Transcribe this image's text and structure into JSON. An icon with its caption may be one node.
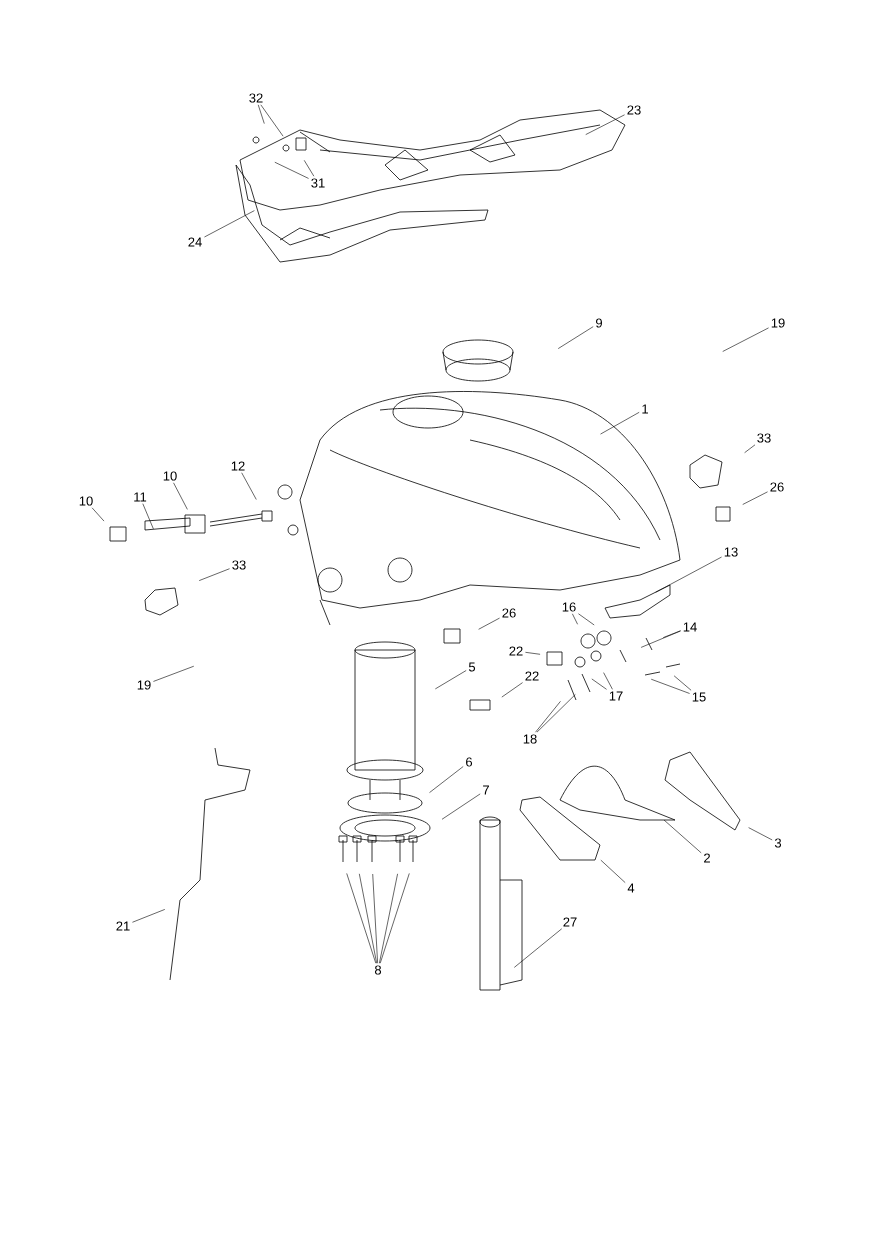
{
  "diagram": {
    "nodes": [
      {
        "text": [
          "32"
        ]
      },
      {
        "text": [
          "23"
        ]
      },
      {
        "text": [
          "31"
        ]
      },
      {
        "text": [
          "24"
        ]
      },
      {
        "text": [
          "9"
        ]
      },
      {
        "text": [
          "19"
        ]
      },
      {
        "text": [
          "1"
        ]
      },
      {
        "text": [
          "33"
        ]
      },
      {
        "text": [
          "26"
        ]
      },
      {
        "text": [
          "10"
        ]
      },
      {
        "text": [
          "11"
        ]
      },
      {
        "text": [
          "10"
        ]
      },
      {
        "text": [
          "12"
        ]
      },
      {
        "text": [
          "13"
        ]
      },
      {
        "text": [
          "33"
        ]
      },
      {
        "text": [
          "26"
        ]
      },
      {
        "text": [
          "16"
        ]
      },
      {
        "text": [
          "14"
        ]
      },
      {
        "text": [
          "22"
        ]
      },
      {
        "text": [
          "19"
        ]
      },
      {
        "text": [
          "5"
        ]
      },
      {
        "text": [
          "22"
        ]
      },
      {
        "text": [
          "17"
        ]
      },
      {
        "text": [
          "15"
        ]
      },
      {
        "text": [
          "18"
        ]
      },
      {
        "text": [
          "6"
        ]
      },
      {
        "text": [
          "7"
        ]
      },
      {
        "text": [
          "2"
        ]
      },
      {
        "text": [
          "3"
        ]
      },
      {
        "text": [
          "4"
        ]
      },
      {
        "text": [
          "21"
        ]
      },
      {
        "text": [
          "27"
        ]
      },
      {
        "text": [
          "8"
        ]
      }
    ],
    "edges": [
      {
        "from": 0,
        "to": null,
        "arrow": "none"
      },
      {
        "from": 0,
        "to": null,
        "arrow": "none"
      },
      {
        "from": 1,
        "to": null,
        "arrow": "none"
      },
      {
        "from": 2,
        "to": null,
        "arrow": "none"
      },
      {
        "from": 2,
        "to": null,
        "arrow": "none"
      },
      {
        "from": 3,
        "to": null,
        "arrow": "none"
      },
      {
        "from": 4,
        "to": null,
        "arrow": "none"
      },
      {
        "from": 5,
        "to": null,
        "arrow": "none"
      },
      {
        "from": 6,
        "to": null,
        "arrow": "none"
      },
      {
        "from": 7,
        "to": null,
        "arrow": "none"
      },
      {
        "from": 8,
        "to": null,
        "arrow": "none"
      },
      {
        "from": 9,
        "to": null,
        "arrow": "none"
      },
      {
        "from": 10,
        "to": null,
        "arrow": "none"
      },
      {
        "from": 11,
        "to": null,
        "arrow": "none"
      },
      {
        "from": 12,
        "to": null,
        "arrow": "none"
      },
      {
        "from": 13,
        "to": null,
        "arrow": "none"
      },
      {
        "from": 14,
        "to": null,
        "arrow": "none"
      },
      {
        "from": 15,
        "to": null,
        "arrow": "none"
      },
      {
        "from": 16,
        "to": null,
        "arrow": "none"
      },
      {
        "from": 16,
        "to": null,
        "arrow": "none"
      },
      {
        "from": 17,
        "to": null,
        "arrow": "none"
      },
      {
        "from": 17,
        "to": null,
        "arrow": "none"
      },
      {
        "from": 18,
        "to": null,
        "arrow": "none"
      },
      {
        "from": 19,
        "to": null,
        "arrow": "none"
      },
      {
        "from": 20,
        "to": null,
        "arrow": "none"
      },
      {
        "from": 21,
        "to": null,
        "arrow": "none"
      },
      {
        "from": 22,
        "to": null,
        "arrow": "none"
      },
      {
        "from": 22,
        "to": null,
        "arrow": "none"
      },
      {
        "from": 23,
        "to": null,
        "arrow": "none"
      },
      {
        "from": 23,
        "to": null,
        "arrow": "none"
      },
      {
        "from": 24,
        "to": null,
        "arrow": "none"
      },
      {
        "from": 24,
        "to": null,
        "arrow": "none"
      },
      {
        "from": 25,
        "to": null,
        "arrow": "none"
      },
      {
        "from": 26,
        "to": null,
        "arrow": "none"
      },
      {
        "from": 27,
        "to": null,
        "arrow": "none"
      },
      {
        "from": 28,
        "to": null,
        "arrow": "none"
      },
      {
        "from": 29,
        "to": null,
        "arrow": "none"
      },
      {
        "from": 30,
        "to": null,
        "arrow": "none"
      },
      {
        "from": 31,
        "to": null,
        "arrow": "none"
      },
      {
        "from": 32,
        "to": null,
        "arrow": "none"
      },
      {
        "from": 32,
        "to": null,
        "arrow": "none"
      },
      {
        "from": 32,
        "to": null,
        "arrow": "none"
      },
      {
        "from": 32,
        "to": null,
        "arrow": "none"
      },
      {
        "from": 32,
        "to": null,
        "arrow": "none"
      }
    ]
  }
}
